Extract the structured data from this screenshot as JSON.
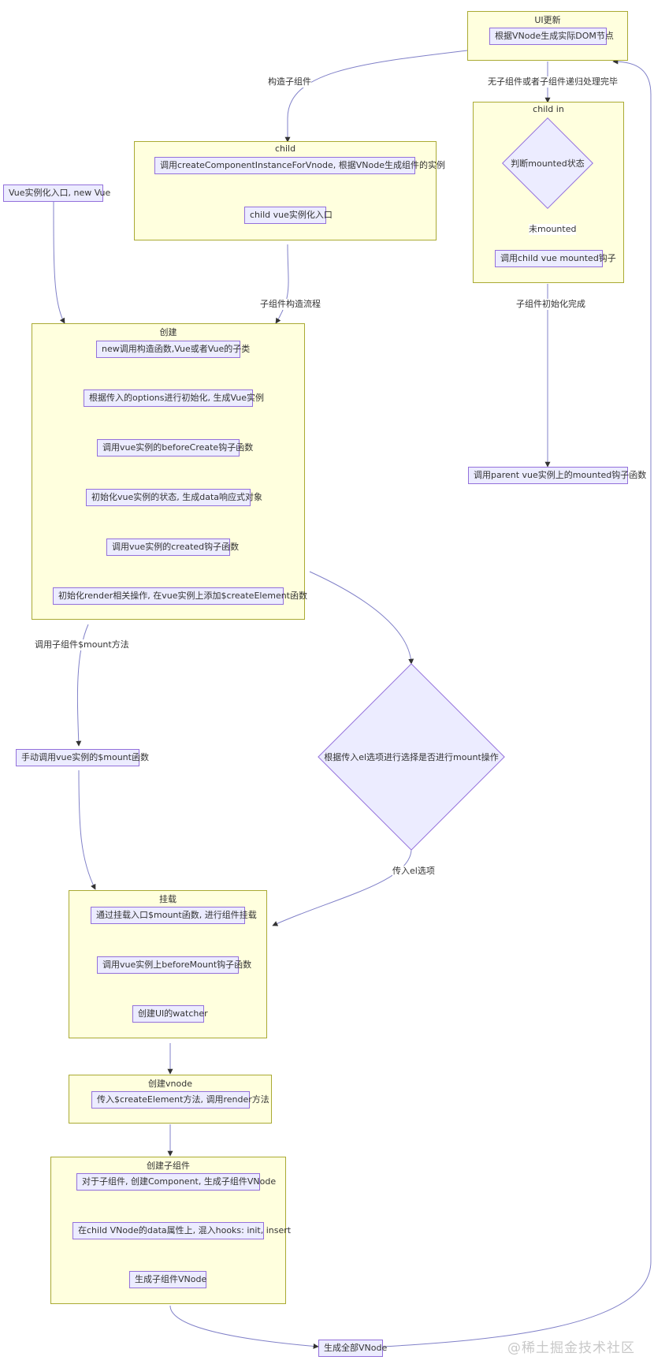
{
  "clusters": {
    "ui_update": "UI更新",
    "child": "child",
    "child_in": "child in",
    "create": "创建",
    "mount": "挂载",
    "create_vnode": "创建vnode",
    "create_child_component": "创建子组件"
  },
  "nodes": {
    "ui_dom": "根据VNode生成实际DOM节点",
    "judge_mounted": "判断mounted状态",
    "child_mounted_hook": "调用child vue mounted钩子",
    "parent_mounted_hook": "调用parent vue实例上的mounted钩子函数",
    "create_instance": "调用createComponentInstanceForVnode, 根据VNode生成组件的实例",
    "child_entry": "child vue实例化入口",
    "vue_entry": "Vue实例化入口, new Vue",
    "new_constructor": "new调用构造函数,Vue或者Vue的子类",
    "init_options": "根据传入的options进行初始化, 生成Vue实例",
    "before_create": "调用vue实例的beforeCreate钩子函数",
    "init_state": "初始化vue实例的状态, 生成data响应式对象",
    "created": "调用vue实例的created钩子函数",
    "init_render": "初始化render相关操作, 在vue实例上添加$createElement函数",
    "el_decision": "根据传入el选项进行选择是否进行mount操作",
    "manual_mount": "手动调用vue实例的$mount函数",
    "mount_entry": "通过挂载入口$mount函数, 进行组件挂载",
    "before_mount": "调用vue实例上beforeMount钩子函数",
    "create_watcher": "创建UI的watcher",
    "render_call": "传入$createElement方法, 调用render方法",
    "create_component": "对于子组件, 创建Component, 生成子组件VNode",
    "mix_hooks": "在child VNode的data属性上, 混入hooks: init, insert",
    "gen_child_vnode": "生成子组件VNode",
    "all_vnode": "生成全部VNode"
  },
  "edge_labels": {
    "construct_child": "构造子组件",
    "recursion_done": "无子组件或者子组件递归处理完毕",
    "not_mounted": "未mounted",
    "child_init_done": "子组件初始化完成",
    "child_construct_flow": "子组件构造流程",
    "call_child_mount": "调用子组件$mount方法",
    "pass_el": "传入el选项"
  },
  "watermark": "@稀土掘金技术社区",
  "colors": {
    "cluster_fill": "#ffffde",
    "cluster_border": "#aaaa33",
    "node_fill": "#ececff",
    "node_border": "#9370db",
    "edge": "#8080c8"
  }
}
